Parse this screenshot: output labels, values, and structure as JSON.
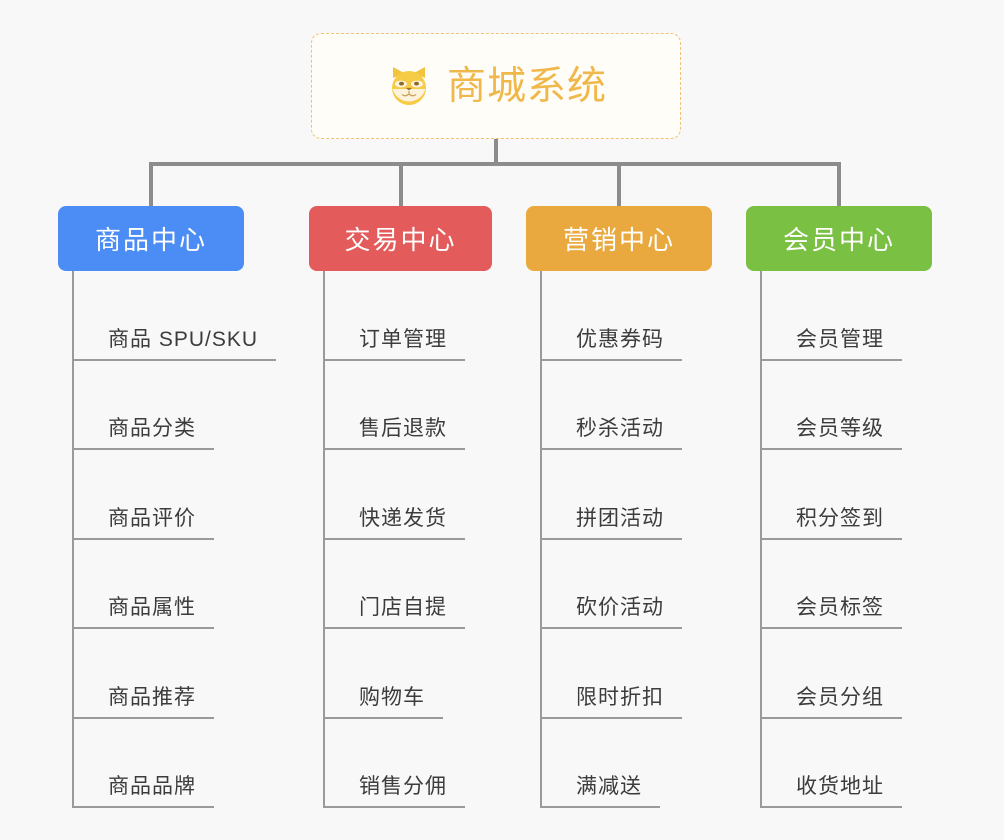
{
  "background_color": "#f8f8f8",
  "root": {
    "title": "商城系统",
    "icon": "shiba-dog-face-icon",
    "text_color": "#f0b84a",
    "border_color": "#efc277"
  },
  "connector_color": "#8c8c8c",
  "categories": [
    {
      "label": "商品中心",
      "color": "#4c8cf5",
      "color_name": "blue",
      "items": [
        "商品 SPU/SKU",
        "商品分类",
        "商品评价",
        "商品属性",
        "商品推荐",
        "商品品牌"
      ]
    },
    {
      "label": "交易中心",
      "color": "#e35b5b",
      "color_name": "red",
      "items": [
        "订单管理",
        "售后退款",
        "快递发货",
        "门店自提",
        "购物车",
        "销售分佣"
      ]
    },
    {
      "label": "营销中心",
      "color": "#e9a93e",
      "color_name": "orange",
      "items": [
        "优惠券码",
        "秒杀活动",
        "拼团活动",
        "砍价活动",
        "限时折扣",
        "满减送"
      ]
    },
    {
      "label": "会员中心",
      "color": "#79c043",
      "color_name": "green",
      "items": [
        "会员管理",
        "会员等级",
        "积分签到",
        "会员标签",
        "会员分组",
        "收货地址"
      ]
    }
  ]
}
